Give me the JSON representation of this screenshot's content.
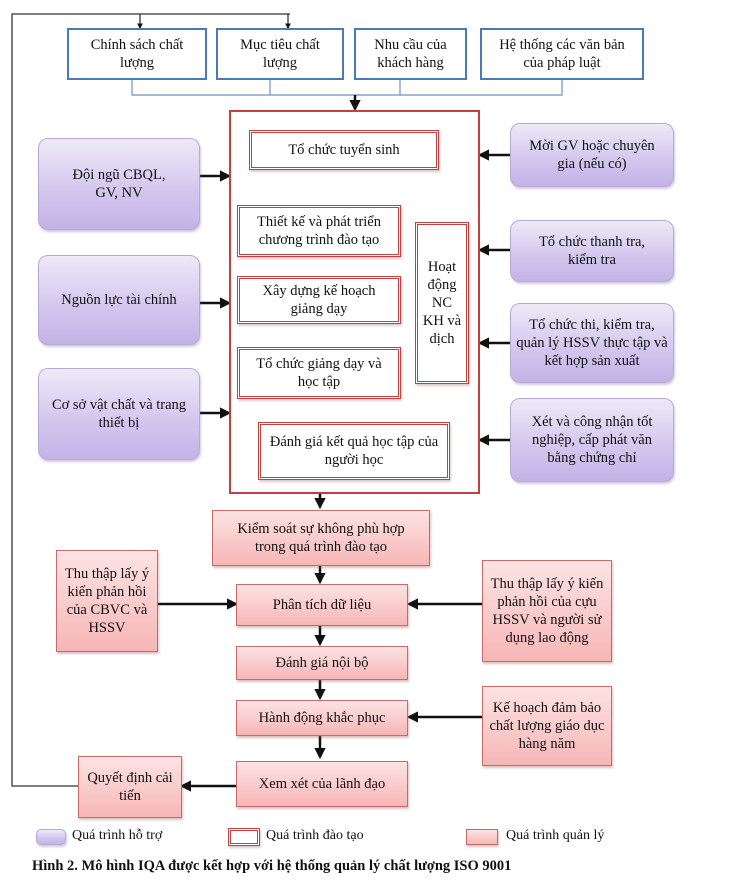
{
  "inputs": [
    "Chính sách chất lượng",
    "Mục tiêu chất lượng",
    "Nhu cầu của khách hàng",
    "Hệ thống các văn bản của pháp luật"
  ],
  "left_resources": [
    "Đội ngũ CBQL, GV, NV",
    "Nguồn lực tài chính",
    "Cơ sở vật chất và trang thiết bị"
  ],
  "training": {
    "steps": [
      "Tổ chức tuyển sinh",
      "Thiết kế và phát triển chương trình đào tạo",
      "Xây dựng kế hoạch giảng dạy",
      "Tổ chức giảng dạy và học tập",
      "Đánh giá kết quả học tập của người học"
    ],
    "research": "Hoạt động NC KH và dịch"
  },
  "right_support": [
    "Mời GV hoặc chuyên gia (nếu có)",
    "Tổ chức thanh tra, kiểm tra",
    "Tổ chức thi, kiểm tra, quản lý HSSV thực tập và kết hợp sản xuất",
    "Xét và công nhận tốt nghiệp, cấp phát văn bằng chứng chỉ"
  ],
  "management": {
    "control": "Kiểm soát sự không phù hợp trong quá trình đào tạo",
    "analysis": "Phân tích dữ liệu",
    "audit": "Đánh giá nội bộ",
    "corrective": "Hành động khắc phục",
    "review": "Xem xét của lãnh đạo",
    "improve": "Quyết định cải tiến",
    "feedback_left": "Thu thập lấy ý kiến phản hồi của CBVC và HSSV",
    "feedback_right": "Thu thập lấy ý kiến phản hồi của cựu HSSV và người sử dụng lao động",
    "annual_plan": "Kế hoạch đảm bảo chất lượng giáo dục hàng năm"
  },
  "legend": {
    "support": "Quá trình hỗ trợ",
    "training": "Quá trình đào tạo",
    "management": "Quá trình quản lý"
  },
  "caption": "Hình 2. Mô hình IQA được kết hợp với hệ thống quản lý chất lượng ISO 9001",
  "colors": {
    "blue_border": "#4a79b8",
    "purple_fill": "#cfc3ec",
    "pink_fill": "#f6b6b6",
    "red_border": "#c24040"
  }
}
